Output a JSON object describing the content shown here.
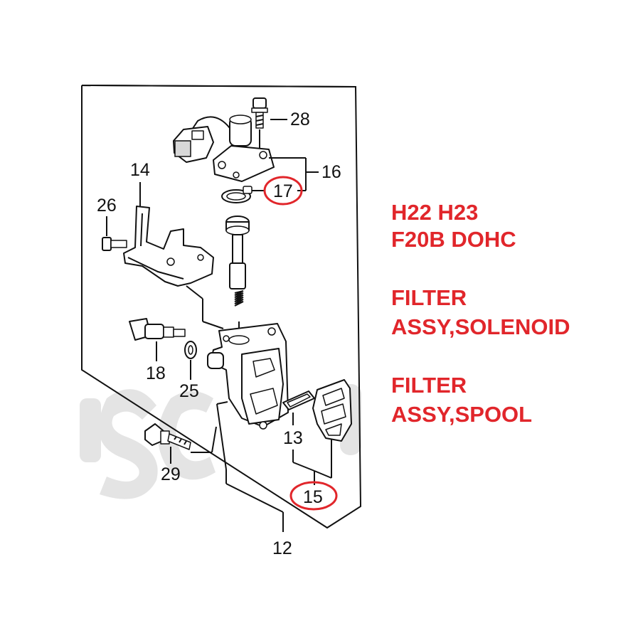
{
  "diagram": {
    "part_labels": [
      "28",
      "16",
      "17",
      "14",
      "26",
      "18",
      "25",
      "13",
      "29",
      "15",
      "12"
    ],
    "highlight_color": "#e1262b"
  },
  "notes": {
    "engine_line1": "H22 H23",
    "engine_line2": "F20B DOHC",
    "filter1_line1": "FILTER",
    "filter1_line2": "ASSY,SOLENOID",
    "filter2_line1": "FILTER",
    "filter2_line2": "ASSY,SPOOL"
  }
}
